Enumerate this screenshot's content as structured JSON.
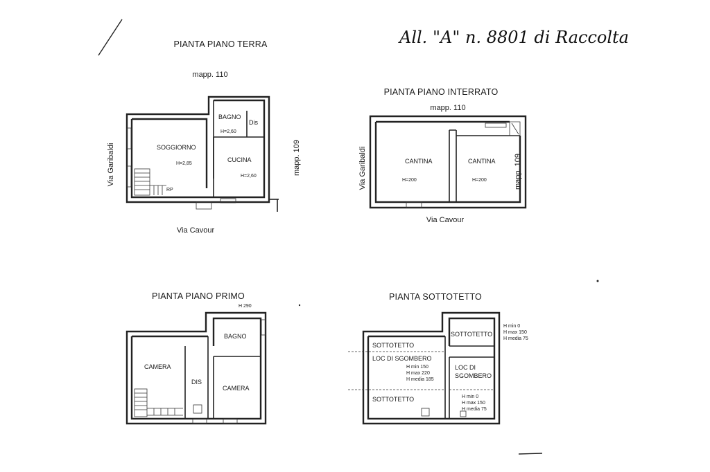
{
  "handwritten": "All. \"A\" n. 8801 di Raccolta",
  "plan_ground": {
    "title": "PIANTA PIANO TERRA",
    "mapp_top": "mapp. 110",
    "mapp_side": "mapp. 109",
    "street_left": "Via Garibaldi",
    "street_bottom": "Via Cavour",
    "rooms": [
      {
        "name": "SOGGIORNO",
        "height": "H=2,85"
      },
      {
        "name": "BAGNO",
        "height": "H=2,60"
      },
      {
        "name": "Dis",
        "height": ""
      },
      {
        "name": "CUCINA",
        "height": "H=2,60"
      }
    ],
    "stair_label": "RP"
  },
  "plan_basement": {
    "title": "PIANTA PIANO INTERRATO",
    "mapp_top": "mapp. 110",
    "mapp_side": "mapp. 109",
    "street_left": "Via Garibaldi",
    "street_bottom": "Via Cavour",
    "rooms": [
      {
        "name": "CANTINA",
        "height": "H=200"
      },
      {
        "name": "CANTINA",
        "height": "H=200"
      }
    ]
  },
  "plan_first": {
    "title": "PIANTA PIANO PRIMO",
    "height_note": "H 290",
    "rooms": [
      {
        "name": "BAGNO"
      },
      {
        "name": "CAMERA"
      },
      {
        "name": "DIS"
      },
      {
        "name": "CAMERA"
      }
    ]
  },
  "plan_attic": {
    "title": "PIANTA  SOTTOTETTO",
    "rooms": [
      {
        "name": "SOTTOTETTO"
      },
      {
        "name": "LOC DI SGOMBERO",
        "h_min": "H min 150",
        "h_max": "H max 220",
        "h_media": "H media 185"
      },
      {
        "name": "SOTTOTETTO"
      },
      {
        "name": "SOTTOTETTO"
      },
      {
        "name": "LOC DI",
        "name2": "SGOMBERO"
      }
    ],
    "notes_upper": {
      "h_min": "H min 0",
      "h_max": "H max 150",
      "h_media": "H media 75"
    },
    "notes_lower": {
      "h_min": "H min 0",
      "h_max": "H max 150",
      "h_media": "H media 75"
    }
  }
}
